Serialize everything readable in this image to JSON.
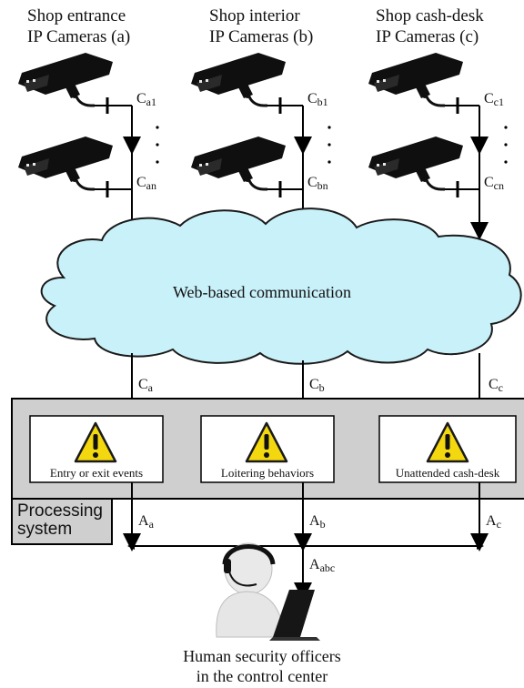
{
  "columns": [
    {
      "title_line1": "Shop entrance",
      "title_line2": "IP Cameras (a)",
      "cam_first_base": "C",
      "cam_first_sub": "a1",
      "cam_last_base": "C",
      "cam_last_sub": "an",
      "stream_base": "C",
      "stream_sub": "a",
      "alert_label": "Entry or exit events",
      "alarm_base": "A",
      "alarm_sub": "a"
    },
    {
      "title_line1": "Shop interior",
      "title_line2": "IP Cameras (b)",
      "cam_first_base": "C",
      "cam_first_sub": "b1",
      "cam_last_base": "C",
      "cam_last_sub": "bn",
      "stream_base": "C",
      "stream_sub": "b",
      "alert_label": "Loitering behaviors",
      "alarm_base": "A",
      "alarm_sub": "b"
    },
    {
      "title_line1": "Shop cash-desk",
      "title_line2": "IP Cameras (c)",
      "cam_first_base": "C",
      "cam_first_sub": "c1",
      "cam_last_base": "C",
      "cam_last_sub": "cn",
      "stream_base": "C",
      "stream_sub": "c",
      "alert_label": "Unattended cash-desk",
      "alarm_base": "A",
      "alarm_sub": "c"
    }
  ],
  "cloud_label": "Web-based communication",
  "processing": {
    "line1": "Processing",
    "line2": "system"
  },
  "combined_alarm": {
    "base": "A",
    "sub": "abc"
  },
  "officers": {
    "line1": "Human security officers",
    "line2": "in the control center"
  },
  "colors": {
    "cloud_fill": "#c9f1f9",
    "processing_fill": "#cfcfcf",
    "warning_fill": "#f4d80f",
    "line": "#000000"
  },
  "icons": [
    "camera-icon",
    "warning-icon",
    "officer-with-laptop-icon"
  ]
}
